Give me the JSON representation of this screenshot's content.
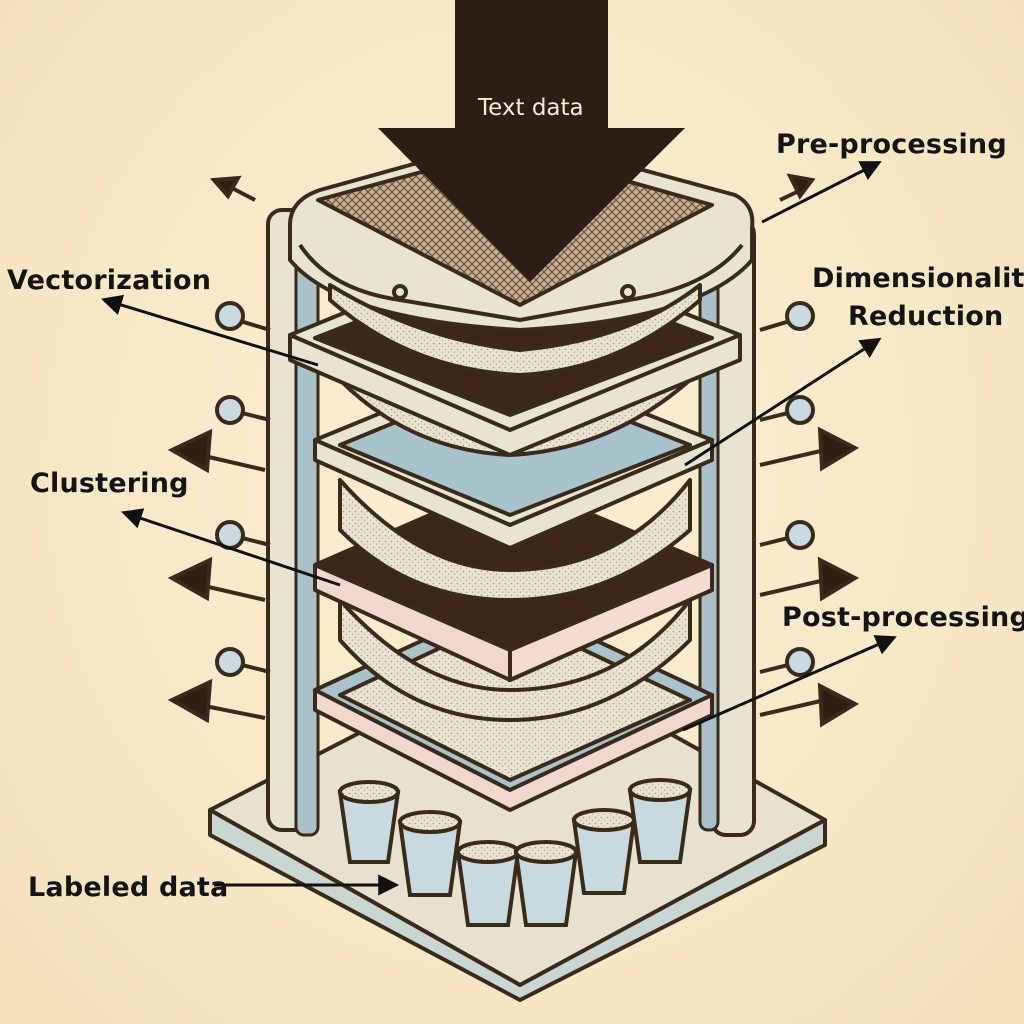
{
  "diagram": {
    "input_label": "Text data",
    "stages": [
      {
        "id": "pre-processing",
        "label": "Pre-processing"
      },
      {
        "id": "vectorization",
        "label": "Vectorization"
      },
      {
        "id": "dimensionality-reduction",
        "label_line1": "Dimensionality",
        "label_line2": "Reduction"
      },
      {
        "id": "clustering",
        "label": "Clustering"
      },
      {
        "id": "post-processing",
        "label": "Post-processing"
      },
      {
        "id": "labeled-data",
        "label": "Labeled data"
      }
    ],
    "colors": {
      "background": "#f7e8c6",
      "outline": "#3a2a1c",
      "frame": "#e8e4d2",
      "frame_shadow": "#a9c2c8",
      "tray_dark": "#3b2717",
      "tray_blue": "#a9c3cb",
      "tray_pink": "#f0d8cf",
      "input_arrow": "#2b1f13"
    }
  }
}
